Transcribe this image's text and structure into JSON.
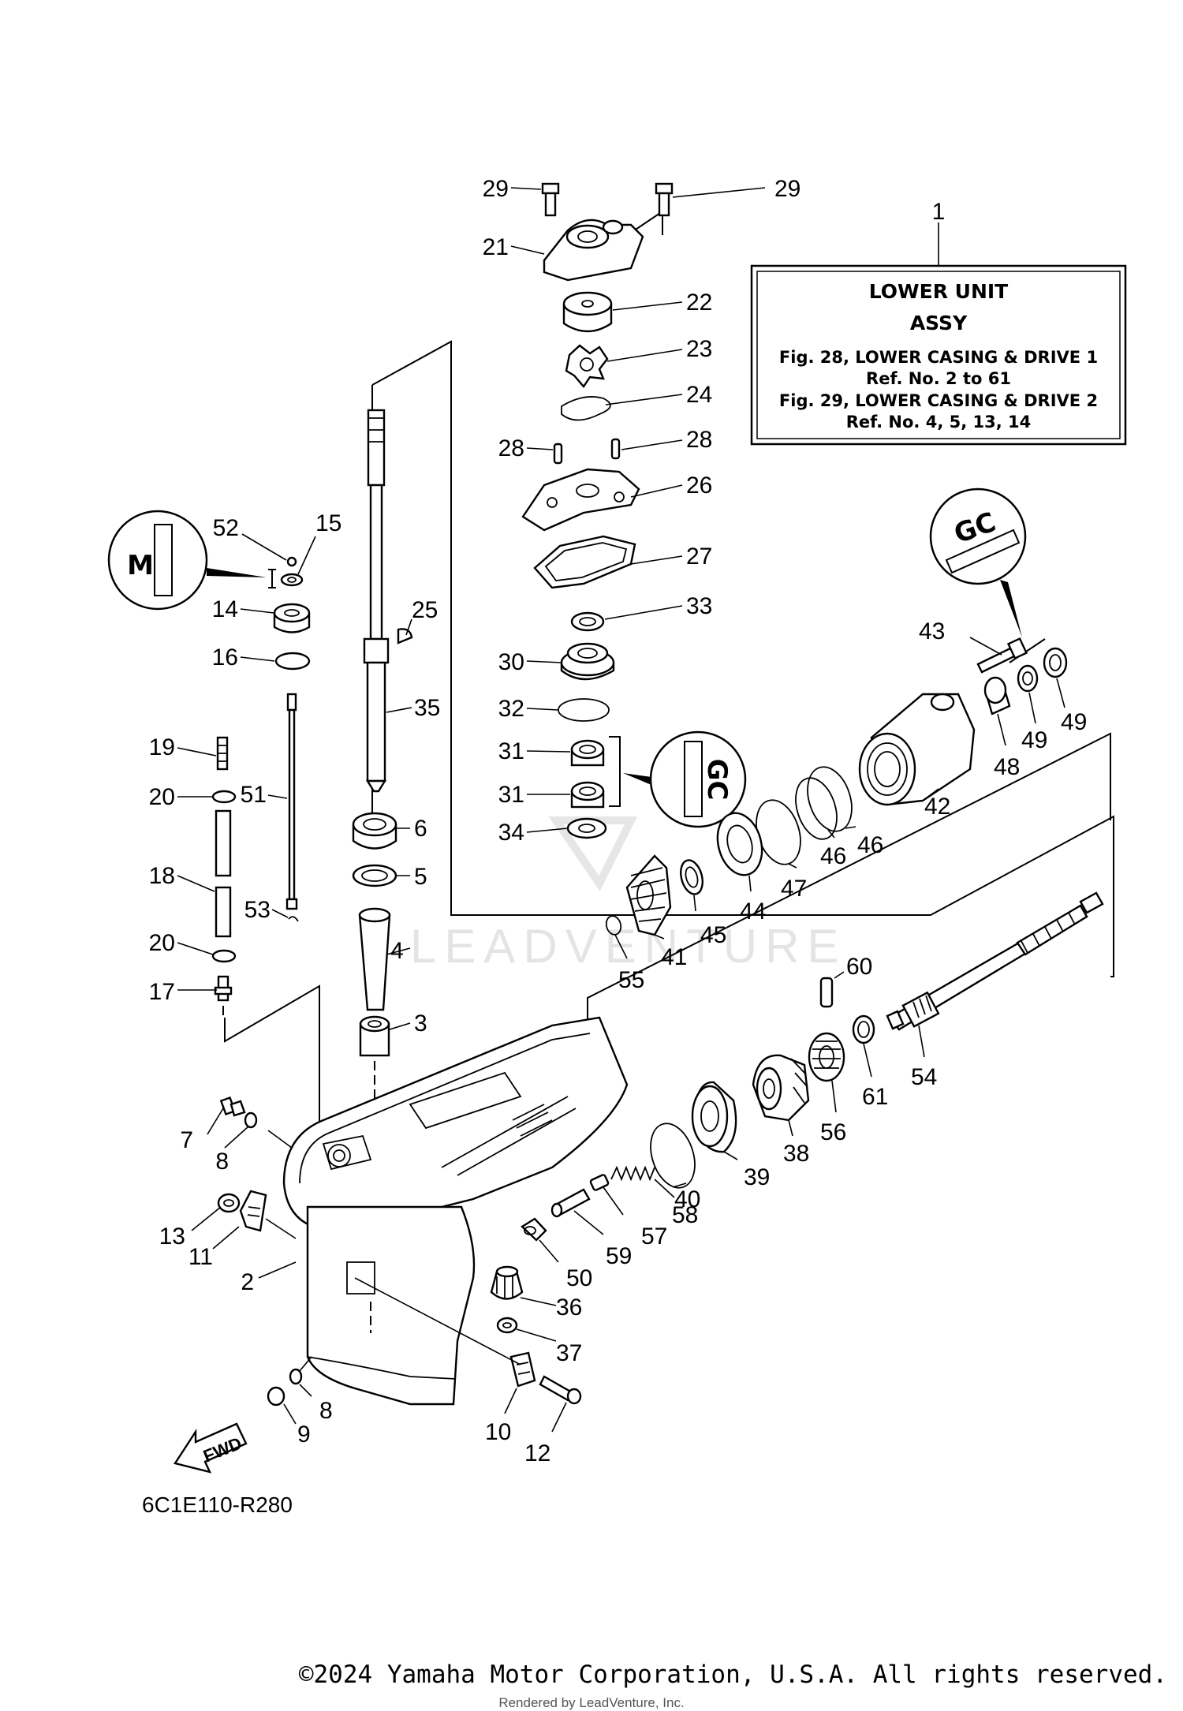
{
  "info_box": {
    "ref": "1",
    "title_line1": "LOWER UNIT",
    "title_line2": "ASSY",
    "line1": "Fig. 28, LOWER CASING & DRIVE 1",
    "line2": "Ref. No. 2 to 61",
    "line3": "Fig. 29, LOWER CASING & DRIVE 2",
    "line4": "Ref. No. 4, 5, 13, 14"
  },
  "callouts": {
    "c29a": "29",
    "c29b": "29",
    "c21": "21",
    "c22": "22",
    "c23": "23",
    "c24": "24",
    "c28a": "28",
    "c28b": "28",
    "c26": "26",
    "c27": "27",
    "c33": "33",
    "c30": "30",
    "c32": "32",
    "c31a": "31",
    "c31b": "31",
    "c34": "34",
    "c52": "52",
    "c15": "15",
    "c14": "14",
    "c16": "16",
    "c25": "25",
    "c35": "35",
    "c19": "19",
    "c20a": "20",
    "c51": "51",
    "c18": "18",
    "c53": "53",
    "c20b": "20",
    "c17": "17",
    "c6": "6",
    "c5": "5",
    "c4": "4",
    "c3": "3",
    "c43": "43",
    "c49a": "49",
    "c49b": "49",
    "c48": "48",
    "c42": "42",
    "c46a": "46",
    "c46b": "46",
    "c47": "47",
    "c44": "44",
    "c45": "45",
    "c41": "41",
    "c55": "55",
    "c60": "60",
    "c54": "54",
    "c61": "61",
    "c56": "56",
    "c38": "38",
    "c39": "39",
    "c40": "40",
    "c58": "58",
    "c57": "57",
    "c59": "59",
    "c50": "50",
    "c36": "36",
    "c37": "37",
    "c7": "7",
    "c8a": "8",
    "c13": "13",
    "c11": "11",
    "c2": "2",
    "c8b": "8",
    "c9": "9",
    "c10": "10",
    "c12": "12"
  },
  "badges": {
    "lubricant_m": "M",
    "lubricant_gc_top": "GC",
    "lubricant_gc_mid": "GC"
  },
  "fwd_label": "FWD",
  "drawing_code": "6C1E110-R280",
  "watermark": "LEADVENTURE",
  "copyright": "©2024 Yamaha Motor Corporation, U.S.A. All rights reserved.",
  "rendered_by": "Rendered by LeadVenture, Inc."
}
